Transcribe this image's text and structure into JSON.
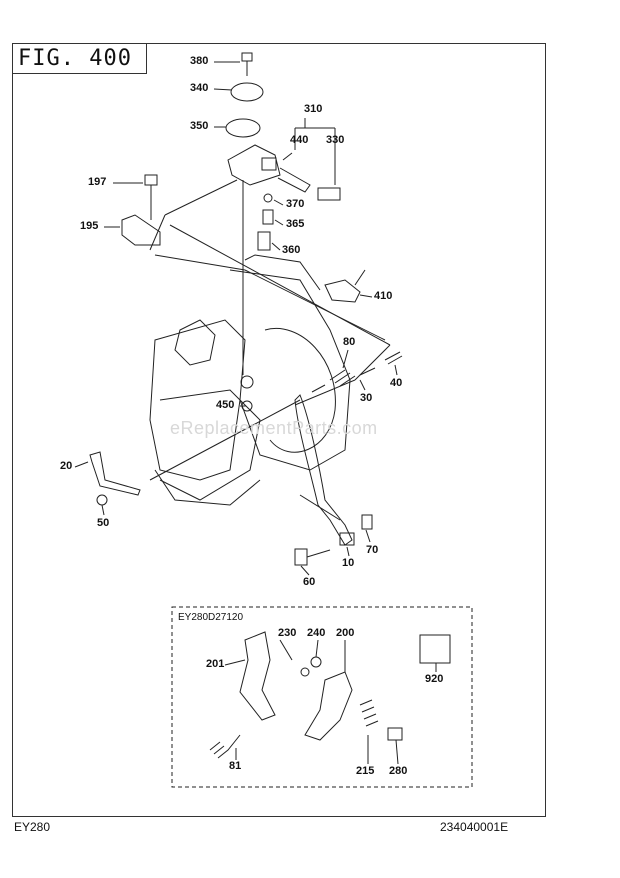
{
  "figure": {
    "title": "FIG. 400"
  },
  "footer": {
    "model": "EY280",
    "part_code": "234040001E"
  },
  "watermark": "eReplacementParts.com",
  "inset": {
    "code": "EY280D27120"
  },
  "callouts": {
    "c380": "380",
    "c340": "340",
    "c350": "350",
    "c310": "310",
    "c440": "440",
    "c330": "330",
    "c197": "197",
    "c195": "195",
    "c370": "370",
    "c365": "365",
    "c360": "360",
    "c410": "410",
    "c80": "80",
    "c40": "40",
    "c30": "30",
    "c450": "450",
    "c20": "20",
    "c50": "50",
    "c70": "70",
    "c10": "10",
    "c60": "60",
    "c230": "230",
    "c240": "240",
    "c200": "200",
    "c201": "201",
    "c920": "920",
    "c81": "81",
    "c215": "215",
    "c280": "280"
  }
}
